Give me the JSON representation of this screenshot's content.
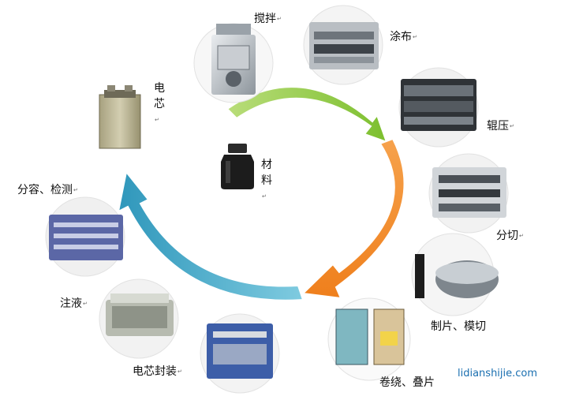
{
  "colors": {
    "arrow_green": "#8cc63f",
    "arrow_orange": "#f28c28",
    "arrow_blue": "#3aa6c4",
    "watermark": "#1a6fb0"
  },
  "labels": {
    "stir": "搅拌",
    "coat": "涂布",
    "roll": "辊压",
    "slit": "分切",
    "tab": "制片、模切",
    "wind": "卷绕、叠片",
    "seal": "电芯封装",
    "inject": "注液",
    "formation": "分容、检测",
    "cell": "电芯",
    "material": "材料"
  },
  "paragraph_mark": "↵",
  "watermark": "lidianshijie.com"
}
